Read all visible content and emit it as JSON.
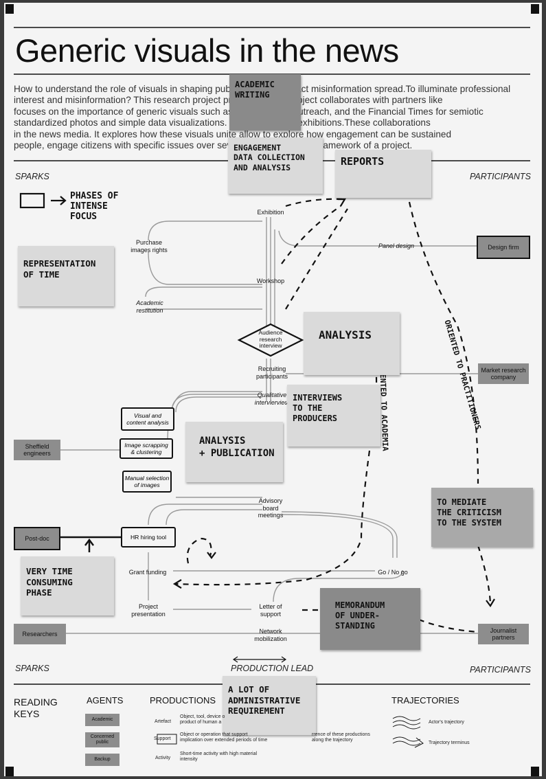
{
  "title": "Generic visuals in the news",
  "intro_lines": [
    "How to understand the role of visuals in shaping public trust and impact misinformation spread.To illuminate professional",
    "interest and misinformation? This research project proposes a this project collaborates with partners like",
    "focuses on the importance of generic visuals such as stock photos, outreach, and the Financial Times for semiotic",
    "standardized photos and simple data visualizations. workshops, and exhibitions.These collaborations",
    "in the news media. It explores how these visuals unite allow to explore how engagement can be sustained",
    "people, engage citizens with specific issues over several years within the framework of a project."
  ],
  "sections": {
    "sparks_top": "SPARKS",
    "participants_top": "PARTICIPANTS",
    "sparks_bottom": "SPARKS",
    "participants_bottom": "PARTICIPANTS",
    "production_lead": "PRODUCTION LEAD"
  },
  "nodes": {
    "exhibition": "Exhibition",
    "purchase_rights": "Purchase\nimages rights",
    "panel_design": "Panel design",
    "workshop": "Workshop",
    "academic_restitution": "Academic\nrestitution",
    "audience_interview": "Audience\nresearch\ninterview",
    "recruiting": "Recruiting\nparticipants",
    "qualitative_interview": "Qualitative\ninterviervieω",
    "visual_content": "Visual and\ncontent analysis",
    "image_scrapping": "Image scrapping\n& clustering",
    "manual_selection": "Manual selection\nof images",
    "advisory": "Advisory\nboard\nmeetings",
    "hr_tool": "HR hiring tool",
    "grant_funding": "Grant funding",
    "go_nogo": "Go / No go",
    "project_presentation": "Project\npresentation",
    "letter_support": "Letter of\nsupport",
    "network_mobilization": "Network\nmobilization"
  },
  "agents": {
    "design_firm": "Design firm",
    "market_research": "Market research\ncompany",
    "sheffield": "Sheffield\nengineers",
    "postdoc": "Post-doc",
    "researchers": "Researchers",
    "journalist_partners": "Journalist\npartners"
  },
  "stickies": {
    "academic_writing": "ACADEMIC\nWRITING",
    "engagement_data": "ENGAGEMENT\nDATA COLLECTION\nAND ANALYSIS",
    "reports": "REPORTS",
    "representation_time": "REPRESENTATION\nOF TIME",
    "analysis_1": "ANALYSIS",
    "interviews_producers": "INTERVIEWS\nTO THE\nPRODUCERS",
    "analysis_publication": "ANALYSIS\n+ PUBLICATION",
    "mediate_criticism": "TO MEDIATE\nTHE CRITICISM\nTO THE SYSTEM",
    "very_time_consuming": "VERY TIME\nCONSUMING\nPHASE",
    "memorandum": "MEMORANDUM\nOF UNDER-\nSTANDING",
    "admin_requirement": "A LOT OF\nADMINISTRATIVE\nREQUIREMENT"
  },
  "handwriting": {
    "phases": "PHASES OF\nINTENSE\nFOCUS",
    "oriented_practitioners": "ORIENTED TO PRACTITIONERS",
    "oriented_academia": "ORIENTED TO ACADEMIA"
  },
  "reading_keys": {
    "heading": "READING\nKEYS",
    "agents_head": "AGENTS",
    "productions_head": "PRODUCTIONS",
    "trajectories_head": "TRAJECTORIES",
    "agent_academic": "Academic",
    "agent_concerned": "Concerned\npublic",
    "agent_backup": "Backup",
    "prod_artefact": "Artefact",
    "prod_artefact_desc": "Object, tool, device o\nproduct of human a",
    "prod_support": "Support",
    "prod_support_desc": "Object or operation that support\nimplication over extended periods of time",
    "prod_activity": "Activity",
    "prod_activity_desc": "Short-time activity with high material\nintensity",
    "prod_extra": "rrence of these productions\nalong the trajectory",
    "traj_actor": "Actor's trajectory",
    "traj_terminus": "Trajectory terminus"
  }
}
